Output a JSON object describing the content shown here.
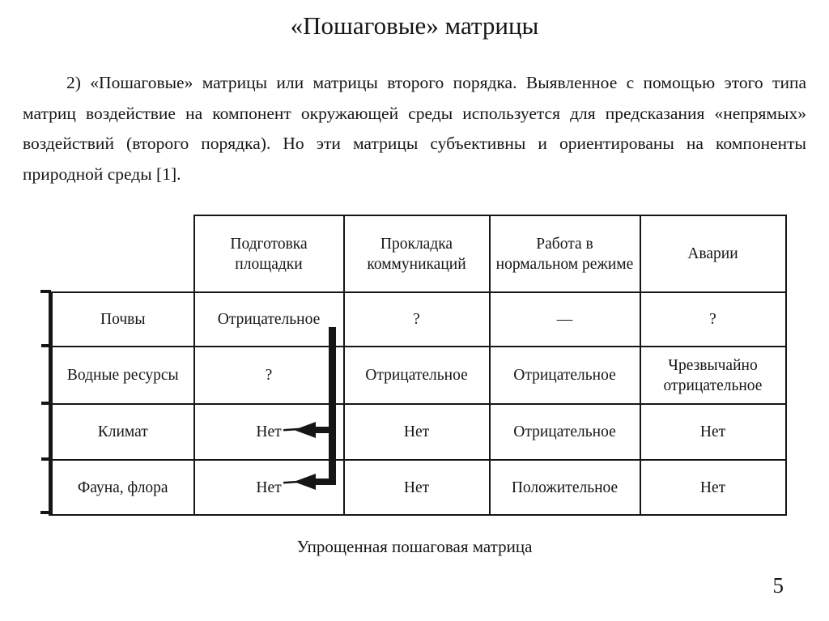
{
  "slide": {
    "title": "«Пошаговые» матрицы",
    "paragraph": "2) «Пошаговые» матрицы или матрицы второго порядка. Выявленное с помощью этого типа матриц воздействие на компонент окружающей среды используется для предсказания «непрямых» воздействий (второго порядка). Но эти матрицы субъективны и ориентированы на компоненты природной среды [1].",
    "caption": "Упрощенная пошаговая матрица",
    "page_number": "5"
  },
  "table": {
    "column_headers": [
      "Подготовка площадки",
      "Прокладка коммуникаций",
      "Работа в нормальном режиме",
      "Аварии"
    ],
    "rows": [
      {
        "label": "Почвы",
        "cells": [
          "Отрицательное",
          "?",
          "—",
          "?"
        ]
      },
      {
        "label": "Водные ресурсы",
        "cells": [
          "?",
          "Отрицательное",
          "Отрицательное",
          "Чрезвычайно отрицательное"
        ]
      },
      {
        "label": "Климат",
        "cells": [
          "Нет",
          "Нет",
          "Отрицательное",
          "Нет"
        ]
      },
      {
        "label": "Фауна, флора",
        "cells": [
          "Нет",
          "Нет",
          "Положительное",
          "Нет"
        ]
      }
    ],
    "annotation": "arrows from «Отрицательное» (Почвы / Подготовка площадки) down to «Нет» cells of Климат and Фауна, флора"
  },
  "colors": {
    "ink": "#161616",
    "background": "#ffffff"
  }
}
